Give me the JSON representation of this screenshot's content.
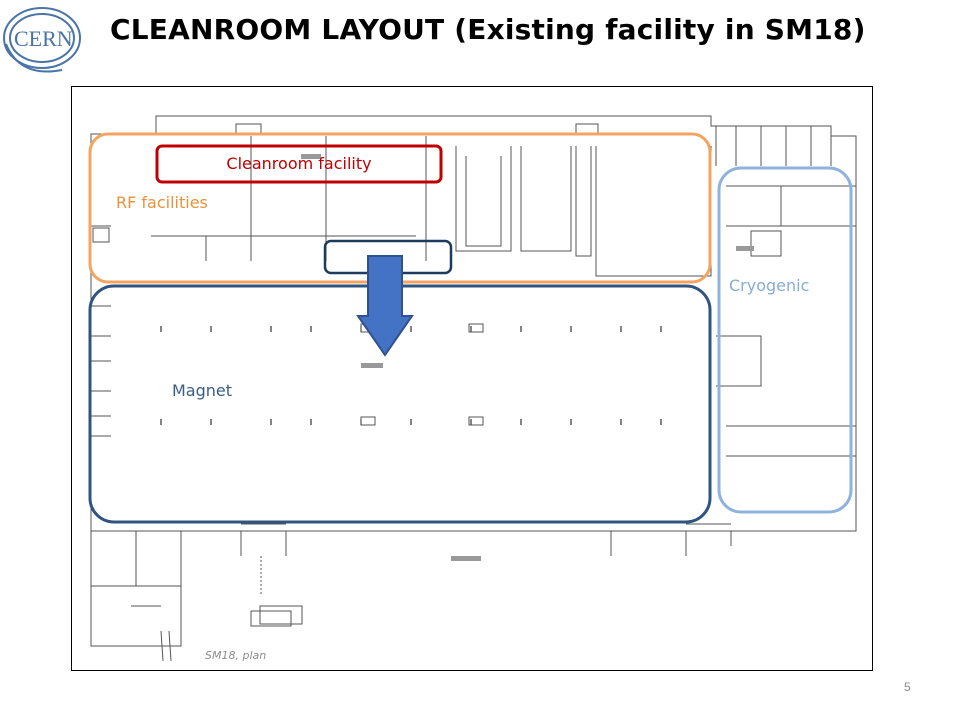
{
  "slide": {
    "title": "CLEANROOM LAYOUT (Existing facility in SM18)",
    "page_number": "5"
  },
  "logo": {
    "text": "CERN",
    "color": "#4a74a8"
  },
  "plan": {
    "caption": "SM18, plan"
  },
  "zones": {
    "rf_facilities": {
      "label": "RF facilities",
      "color": "#f4a460"
    },
    "cleanroom": {
      "label": "Cleanroom facility",
      "color": "#c00000"
    },
    "cryogenic": {
      "label": "Cryogenic",
      "color": "#8fb3dc"
    },
    "magnet": {
      "label": "Magnet",
      "color": "#2e5480"
    }
  },
  "arrow": {
    "color": "#4472c4",
    "direction": "down"
  }
}
